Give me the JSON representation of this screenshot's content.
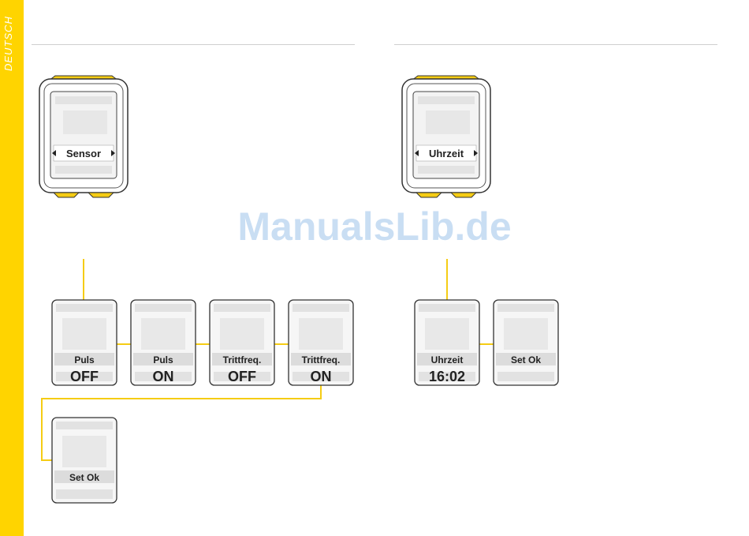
{
  "sidebar": {
    "label": "DEUTSCH"
  },
  "watermark": "ManualsLib.de",
  "colors": {
    "accent": "#ffd400",
    "connector": "#f5cc14"
  },
  "left_panel": {
    "device_label": "Sensor",
    "screens": [
      {
        "line1": "Puls",
        "line2": "OFF"
      },
      {
        "line1": "Puls",
        "line2": "ON"
      },
      {
        "line1": "Trittfreq.",
        "line2": "OFF"
      },
      {
        "line1": "Trittfreq.",
        "line2": "ON"
      },
      {
        "line1": "Set Ok",
        "line2": ""
      }
    ]
  },
  "right_panel": {
    "device_label": "Uhrzeit",
    "screens": [
      {
        "line1": "Uhrzeit",
        "line2": "16:02"
      },
      {
        "line1": "Set Ok",
        "line2": ""
      }
    ]
  }
}
